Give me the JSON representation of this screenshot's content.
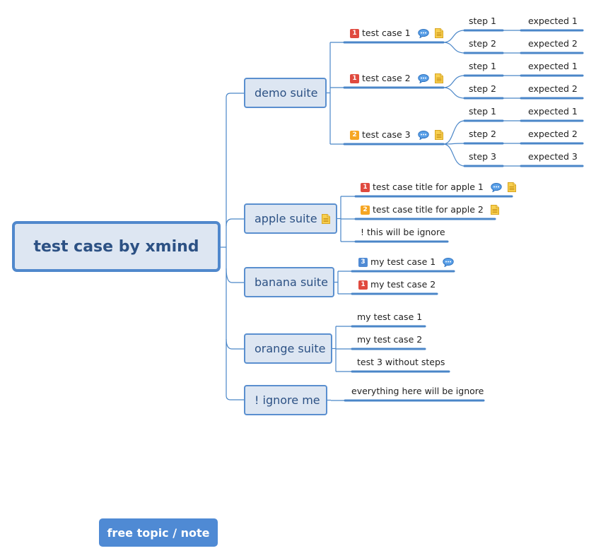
{
  "root_label": "test case by xmind",
  "free_topic_label": "free topic / note",
  "colors": {
    "line": "#4a86c8",
    "topic_fill": "#dde6f2",
    "priority_1": "#e04a3f",
    "priority_2": "#f6a623",
    "priority_3": "#4f8ad4",
    "free_topic": "#4f8ad4"
  },
  "suites": [
    {
      "label": "demo suite",
      "has_note": false,
      "cases": [
        {
          "label": "test case 1",
          "priority": "1",
          "comment": true,
          "note": true,
          "steps": [
            {
              "step": "step 1",
              "expected": "expected 1"
            },
            {
              "step": "step 2",
              "expected": "expected 2"
            }
          ]
        },
        {
          "label": "test case 2",
          "priority": "1",
          "comment": true,
          "note": true,
          "steps": [
            {
              "step": "step 1",
              "expected": "expected 1"
            },
            {
              "step": "step 2",
              "expected": "expected 2"
            }
          ]
        },
        {
          "label": "test case 3",
          "priority": "2",
          "comment": true,
          "note": true,
          "steps": [
            {
              "step": "step 1",
              "expected": "expected 1"
            },
            {
              "step": "step 2",
              "expected": "expected 2"
            },
            {
              "step": "step 3",
              "expected": "expected 3"
            }
          ]
        }
      ]
    },
    {
      "label": "apple suite",
      "has_note": true,
      "cases": [
        {
          "label": "test case title for apple 1",
          "priority": "1",
          "comment": true,
          "note": true,
          "steps": []
        },
        {
          "label": "test case title for apple 2",
          "priority": "2",
          "comment": false,
          "note": true,
          "steps": []
        },
        {
          "label": "! this will be ignore",
          "priority": null,
          "comment": false,
          "note": false,
          "steps": []
        }
      ]
    },
    {
      "label": "banana suite",
      "has_note": false,
      "cases": [
        {
          "label": "my test case 1",
          "priority": "3",
          "comment": true,
          "note": false,
          "steps": []
        },
        {
          "label": "my test case 2",
          "priority": "1",
          "comment": false,
          "note": false,
          "steps": []
        }
      ]
    },
    {
      "label": "orange suite",
      "has_note": false,
      "cases": [
        {
          "label": "my test case 1",
          "priority": null,
          "comment": false,
          "note": false,
          "steps": []
        },
        {
          "label": "my test case 2",
          "priority": null,
          "comment": false,
          "note": false,
          "steps": []
        },
        {
          "label": "test 3 without steps",
          "priority": null,
          "comment": false,
          "note": false,
          "steps": []
        }
      ]
    },
    {
      "label": "! ignore me",
      "has_note": false,
      "cases": [
        {
          "label": "everything here will be ignore",
          "priority": null,
          "comment": false,
          "note": false,
          "steps": []
        }
      ]
    }
  ]
}
